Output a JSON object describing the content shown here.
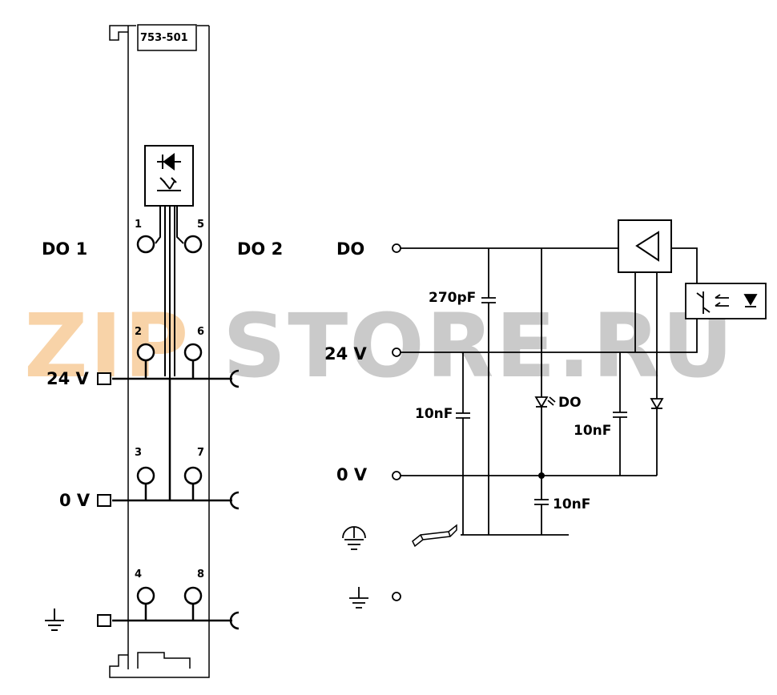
{
  "module": {
    "part_number": "753-501",
    "pins": [
      "1",
      "5",
      "2",
      "6",
      "3",
      "7",
      "4",
      "8"
    ],
    "channel_labels": [
      "DO 1",
      "DO 2"
    ],
    "rail_labels": [
      "24 V",
      "0 V"
    ]
  },
  "schematic": {
    "terminal_labels": [
      "DO",
      "24 V",
      "0 V"
    ],
    "components": {
      "c_do": "270pF",
      "c_24v": "10nF",
      "led": "DO",
      "c_right": "10nF",
      "c_gnd": "10nF"
    }
  },
  "watermark": {
    "text_orange": "ZIP",
    "text_gray": "STORE.RU"
  },
  "colors": {
    "line": "#000000",
    "module_fill": "#ffffff",
    "watermark_orange": "#f0a040",
    "watermark_gray": "#8c8c8c"
  }
}
